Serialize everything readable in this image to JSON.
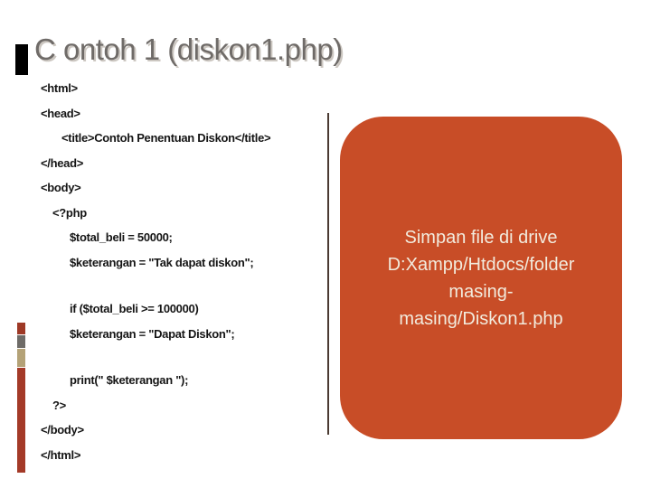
{
  "slide": {
    "title": "C ontoh 1 (diskon1.php)"
  },
  "code": {
    "lines": [
      {
        "text": "<html>",
        "indent": 0
      },
      {
        "text": "<head>",
        "indent": 0
      },
      {
        "text": "<title>Contoh Penentuan Diskon</title>",
        "indent": 2
      },
      {
        "text": "</head>",
        "indent": 0
      },
      {
        "text": "<body>",
        "indent": 0
      },
      {
        "text": "<?php",
        "indent": 1
      },
      {
        "text": "$total_beli = 50000;",
        "indent": 3
      },
      {
        "text": "$keterangan = \"Tak dapat diskon\";",
        "indent": 3
      },
      {
        "text": "if ($total_beli >= 100000)",
        "indent": 3,
        "gap_before": true
      },
      {
        "text": "$keterangan = \"Dapat Diskon\";",
        "indent": 3
      },
      {
        "text": "print(\" $keterangan \");",
        "indent": 3,
        "gap_before": true
      },
      {
        "text": "?>",
        "indent": 1
      },
      {
        "text": "</body>",
        "indent": 0
      },
      {
        "text": "</html>",
        "indent": 0
      }
    ]
  },
  "note_box": {
    "lines": [
      "Simpan file di drive",
      "D:Xampp/Htdocs/folder",
      "masing-",
      "masing/Diskon1.php"
    ]
  },
  "colors": {
    "note_box_bg": "#C84D27",
    "note_box_text": "#F2EBDD",
    "title_text": "#6F6B68",
    "title_shadow": "#CCC7C1",
    "code_text": "#151515",
    "accent_bar_red": "#A43A28",
    "accent_square_maroon": "#9E3926",
    "accent_square_gray": "#6E6B67",
    "accent_square_tan": "#B4A277",
    "divider_line": "#4A3A32",
    "bullet_black": "#000000"
  }
}
